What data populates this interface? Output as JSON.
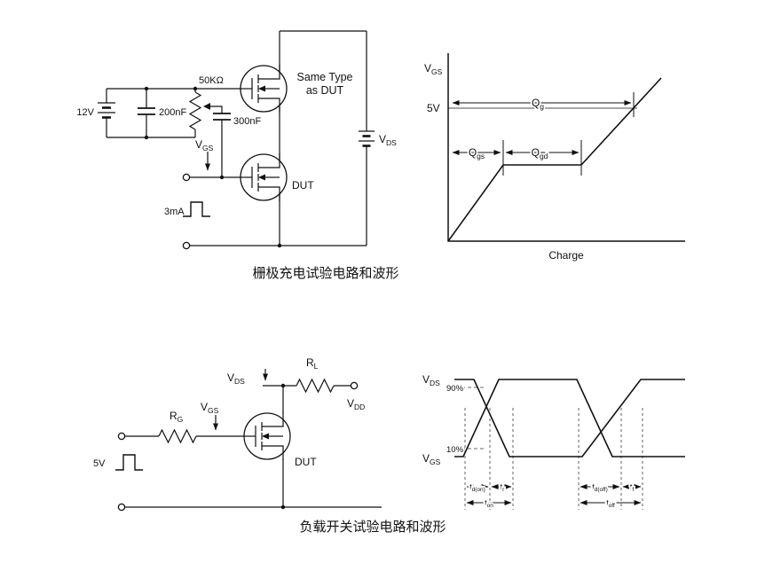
{
  "gate_charge": {
    "caption": "栅极充电试验电路和波形",
    "circuit": {
      "supply": "12V",
      "cap1": "200nF",
      "pot": "50KΩ",
      "cap2": "300nF",
      "vgs_main": "V",
      "vgs_sub": "GS",
      "note1": "Same Type",
      "note2": "as DUT",
      "dut": "DUT",
      "pulse_current": "3mA",
      "vds_main": "V",
      "vds_sub": "DS"
    },
    "waveform": {
      "ylabel_main": "V",
      "ylabel_sub": "GS",
      "level": "5V",
      "qg_main": "Q",
      "qg_sub": "g",
      "qgs_main": "Q",
      "qgs_sub": "gs",
      "qgd_main": "Q",
      "qgd_sub": "gd",
      "xlabel": "Charge"
    }
  },
  "switching": {
    "caption": "负载开关试验电路和波形",
    "circuit": {
      "rg_main": "R",
      "rg_sub": "G",
      "vgs_main": "V",
      "vgs_sub": "GS",
      "vds_main": "V",
      "vds_sub": "DS",
      "rl_main": "R",
      "rl_sub": "L",
      "vdd_main": "V",
      "vdd_sub": "DD",
      "input_level": "5V",
      "dut": "DUT"
    },
    "waveform": {
      "vds_main": "V",
      "vds_sub": "DS",
      "vgs_main": "V",
      "vgs_sub": "GS",
      "p90": "90%",
      "p10": "10%",
      "tdon_main": "t",
      "tdon_sub": "d(on)",
      "tr_main": "t",
      "tr_sub": "r",
      "ton_main": "t",
      "ton_sub": "on",
      "tdoff_main": "t",
      "tdoff_sub": "d(off)",
      "tf_main": "t",
      "tf_sub": "f",
      "toff_main": "t",
      "toff_sub": "off"
    }
  }
}
